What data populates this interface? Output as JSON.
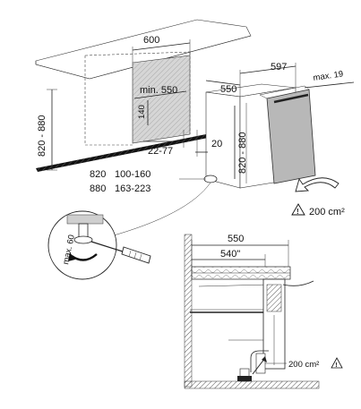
{
  "top_view": {
    "width_label": "600",
    "min_depth_label": "min. 550",
    "depth_label": "550",
    "appliance_width_label": "597",
    "max_door_label": "max. 19",
    "height_range_label": "820 - 880",
    "appliance_height_label": "820 - 880",
    "small_140_label": "140",
    "gap_label": "22-77",
    "gap_20_label": "20",
    "table_rows": [
      {
        "a": "820",
        "b": "100-160"
      },
      {
        "a": "880",
        "b": "163-223"
      }
    ],
    "vent_label": "200 cm²"
  },
  "detail_view": {
    "max_label": "max. 60"
  },
  "section_view": {
    "width_label": "550",
    "inner_width_label": "540\"",
    "vent_label": "200 cm²"
  },
  "colors": {
    "door": "#b8b8b8",
    "hatch": "#555555",
    "niche_fill": "#d6d6d6",
    "warn": "#111111"
  }
}
